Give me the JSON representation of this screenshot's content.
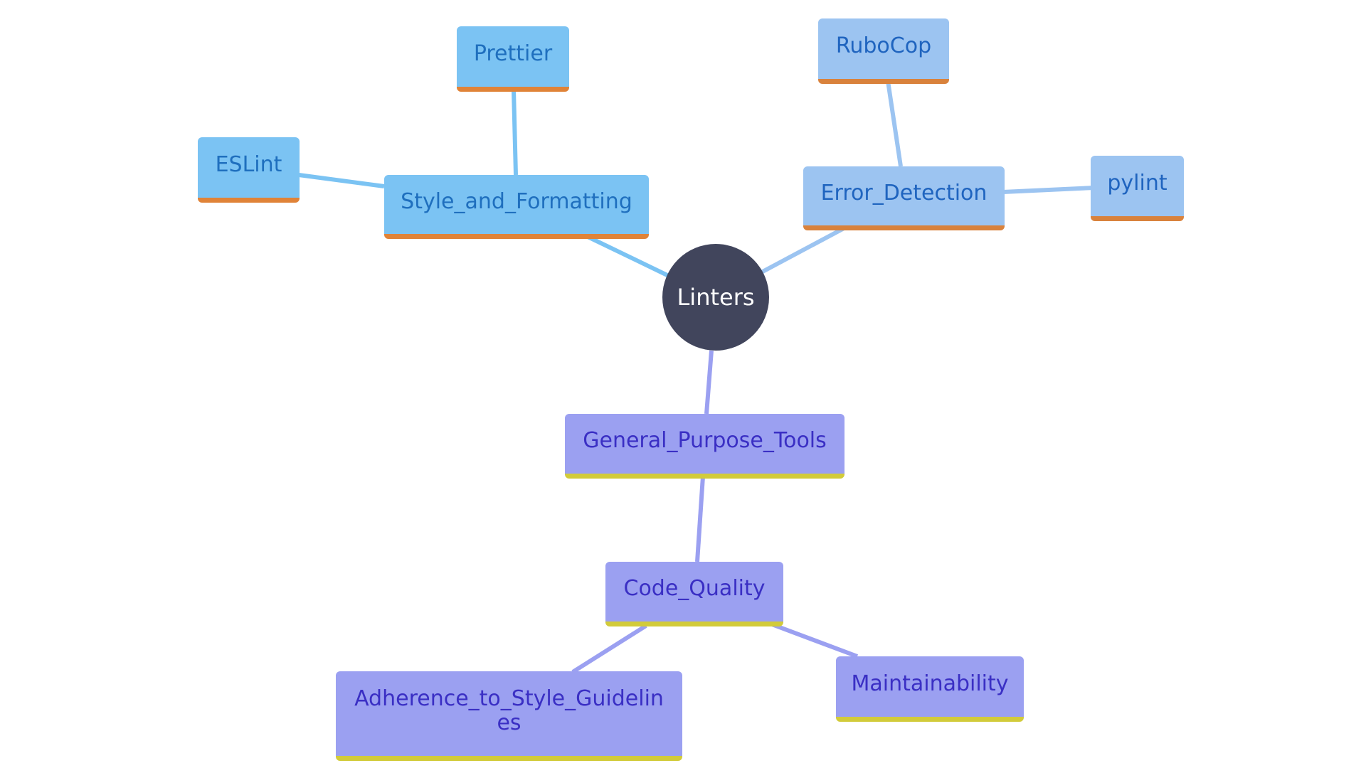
{
  "diagram": {
    "root": {
      "label": "Linters",
      "color": "#41455c"
    },
    "branches": [
      {
        "label": "Style_and_Formatting",
        "color": "#7bc3f3",
        "children": [
          "ESLint",
          "Prettier"
        ]
      },
      {
        "label": "Error_Detection",
        "color": "#9cc4f1",
        "children": [
          "RuboCop",
          "pylint"
        ]
      },
      {
        "label": "General_Purpose_Tools",
        "color": "#9ba0f1",
        "children": [
          {
            "label": "Code_Quality",
            "children": [
              "Adherence_to_Style_Guidelines",
              "Maintainability"
            ]
          }
        ]
      }
    ],
    "accent_colors": {
      "orange_underline": "#e08338",
      "yellow_underline": "#d2cb3a"
    }
  }
}
